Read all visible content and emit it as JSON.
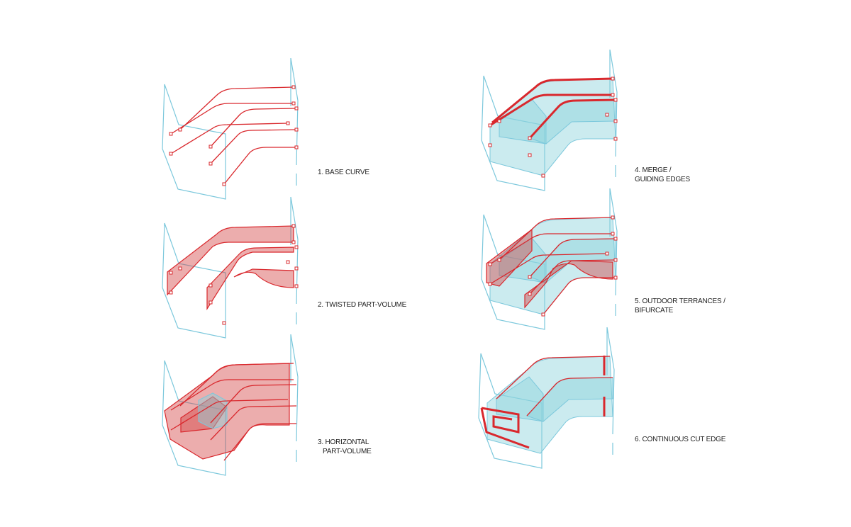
{
  "steps": [
    {
      "label": "1. BASE CURVE"
    },
    {
      "label_line1": "2. TWISTED PART-VOLUME"
    },
    {
      "label_line1": "3. HORIZONTAL",
      "label_line2": "PART-VOLUME"
    },
    {
      "label_line1": "4. MERGE /",
      "label_line2": "GUIDING EDGES"
    },
    {
      "label_line1": "5. OUTDOOR TERRANCES /",
      "label_line2": "BIFURCATE"
    },
    {
      "label": "6. CONTINUOUS CUT EDGE"
    }
  ],
  "colors": {
    "frame": "#7cc8dc",
    "curve": "#d9282d",
    "volume_red": "#d23c3c",
    "volume_cyan": "#8cd2dc"
  }
}
